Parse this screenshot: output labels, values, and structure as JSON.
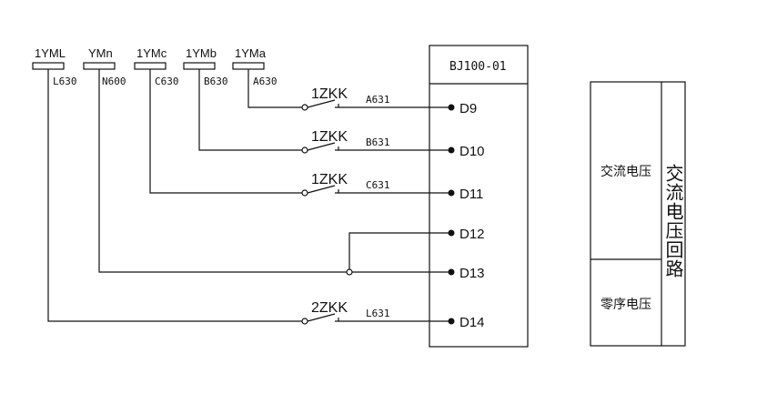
{
  "diagram": {
    "buses": [
      {
        "label": "1YML",
        "wire": "L630"
      },
      {
        "label": "YMn",
        "wire": "N600"
      },
      {
        "label": "1YMc",
        "wire": "C630"
      },
      {
        "label": "1YMb",
        "wire": "B630"
      },
      {
        "label": "1YMa",
        "wire": "A630"
      }
    ],
    "switches": [
      {
        "label": "1ZKK",
        "wire": "A631"
      },
      {
        "label": "1ZKK",
        "wire": "B631"
      },
      {
        "label": "1ZKK",
        "wire": "C631"
      },
      {
        "label": "2ZKK",
        "wire": "L631"
      }
    ],
    "device": {
      "title": "BJ100-01",
      "terminals": [
        "D9",
        "D10",
        "D11",
        "D12",
        "D13",
        "D14"
      ]
    },
    "legend": {
      "group_label": "交流电压回路",
      "rows": [
        "交流电压",
        "零序电压"
      ]
    },
    "colors": {
      "line": "#111111",
      "background": "#ffffff"
    }
  }
}
